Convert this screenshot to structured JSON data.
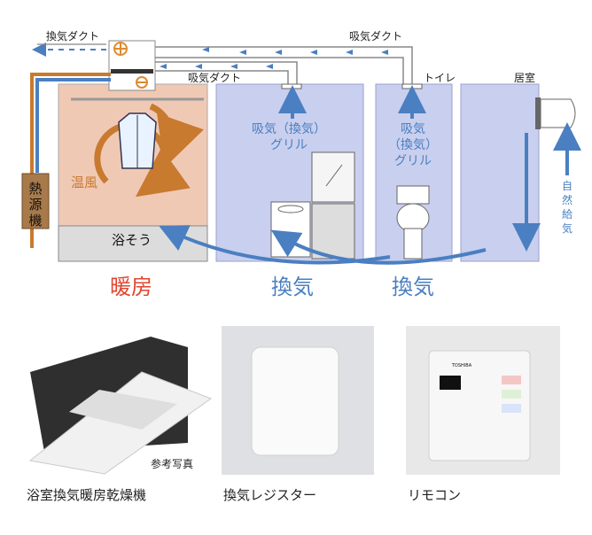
{
  "ducts": {
    "exhaust": "換気ダクト",
    "intake_upper": "吸気ダクト",
    "intake_lower": "吸気ダクト"
  },
  "rooms": {
    "toilet": "トイレ",
    "living": "居室"
  },
  "bathroom": {
    "heat_source": "熱源機",
    "warm_air": "温風",
    "bathtub": "浴そう"
  },
  "grilles": {
    "washroom_line1": "吸気（換気）",
    "washroom_line2": "グリル",
    "toilet_line1": "吸気",
    "toilet_line2": "（換気）",
    "toilet_line3": "グリル"
  },
  "natural_air": "自然給気",
  "zones": {
    "heating": "暖房",
    "ventilation_1": "換気",
    "ventilation_2": "換気"
  },
  "photos": {
    "reference_note": "参考写真",
    "dryer_caption": "浴室換気暖房乾燥機",
    "register_caption": "換気レジスター",
    "remote_caption": "リモコン",
    "remote_brand": "TOSHIBA"
  },
  "colors": {
    "blue_arrow": "#4a7fc1",
    "orange_arrow": "#c87a2e",
    "bath_fill": "#f0c9b5",
    "room_fill": "#c9cfee",
    "heating_red": "#e0462f"
  }
}
